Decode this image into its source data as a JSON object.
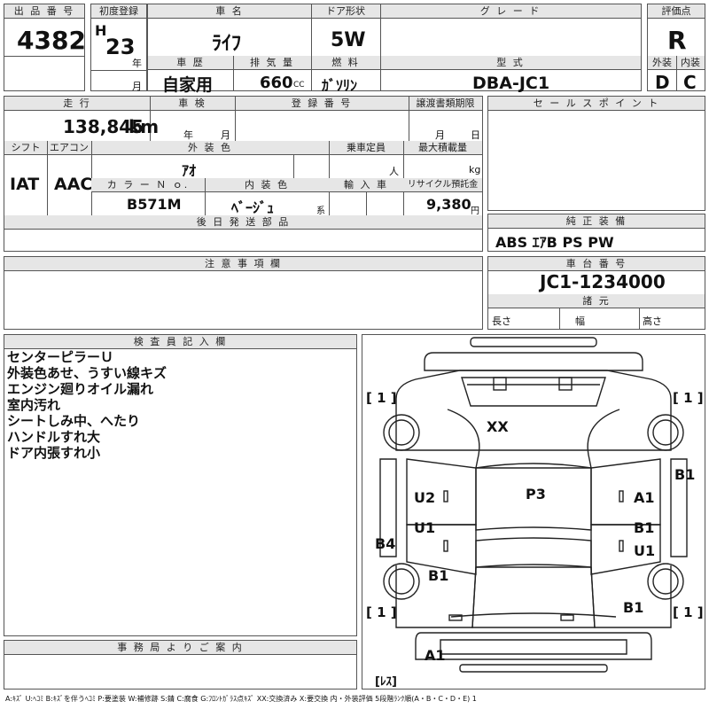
{
  "headers": {
    "lot": "出 品 番 号",
    "first_reg": "初度登録",
    "car_name": "車 名",
    "door": "ドア形状",
    "grade": "グ レ ー ド",
    "score": "評価点",
    "history": "車 歴",
    "displacement": "排 気 量",
    "fuel": "燃 料",
    "model": "型 式",
    "exterior": "外装",
    "interior": "内装",
    "mileage": "走 行",
    "inspection": "車 検",
    "registration": "登 録 番 号",
    "transfer_deadline": "譲渡書類期限",
    "sales_point": "セ ー ル ス ポ イ ン ト",
    "shift": "シフト",
    "aircon": "エアコン",
    "ext_color": "外 装 色",
    "capacity": "乗車定員",
    "max_load": "最大積載量",
    "color_no": "カ ラ ー Ｎ ｏ.",
    "int_color": "内 装 色",
    "import": "輸 入 車",
    "recycle": "リサイクル預託金",
    "later_parts": "後 日 発 送 部 品",
    "equipment": "純 正 装 備",
    "caution": "注 意 事 項 欄",
    "chassis": "車 台 番 号",
    "specs": "諸 元",
    "inspector_notes": "検 査 員 記 入 欄",
    "office_notice": "事 務 局 よ り ご 案 内"
  },
  "vehicle": {
    "lot_number": "4382",
    "era": "H",
    "year": "23",
    "year_unit": "年",
    "month_unit": "月",
    "name": "ﾗｲﾌ",
    "door_type": "5W",
    "grade": "",
    "score": "R",
    "history": "自家用",
    "displacement": "660",
    "displacement_unit": "CC",
    "fuel": "ｶﾞｿﾘﾝ",
    "model_code": "DBA-JC1",
    "exterior_grade": "D",
    "interior_grade": "C",
    "mileage": "138,845",
    "mileage_unit": "km",
    "inspection_year_unit": "年",
    "inspection_month_unit": "月",
    "deadline_month_unit": "月",
    "deadline_day_unit": "日",
    "shift": "IAT",
    "aircon": "AAC",
    "ext_color": "ｱｵ",
    "capacity_unit": "人",
    "load_unit": "kg",
    "color_no": "B571M",
    "int_color": "ﾍﾞｰｼﾞｭ",
    "int_color_unit": "系",
    "recycle_fee": "9,380",
    "recycle_unit": "円",
    "equipment": "ABS ｴｱB PS PW",
    "chassis_number": "JC1-1234000",
    "spec_length": "長さ",
    "spec_width": "幅",
    "spec_height": "高さ"
  },
  "inspector_notes": [
    "センターピラーＵ",
    "外装色あせ、うすい線キズ",
    "エンジン廻りオイル漏れ",
    "室内汚れ",
    "シートしみ中、へたり",
    "ハンドルすれ大",
    "ドア内張すれ小"
  ],
  "diagram_marks": {
    "glass_fl": "1",
    "glass_fr": "1",
    "glass_rl": "1",
    "glass_rr": "1",
    "bracket_l": "[",
    "bracket_r": "]",
    "hood": "XX",
    "roof": "P3",
    "left_front_door": "U2",
    "left_rear_door": "U1",
    "left_rocker": "B4",
    "left_rear_quarter": "B1",
    "right_fender": "B1",
    "right_front_door": "A1",
    "right_rear_door_1": "B1",
    "right_rear_door_2": "U1",
    "right_rear_quarter": "B1",
    "rear_bumper": "A1",
    "no_glass": "[ﾚｽ]"
  },
  "legend": "A:ｷｽﾞ U:ﾍｺﾐ B:ｷｽﾞを伴うﾍｺﾐ P:要塗装 W:補修跡 S:錆 C:腐食 G:ﾌﾛﾝﾄｶﾞﾗｽ点ｷｽﾞ XX:交換済み X:要交換 内・外装評価 5段階ﾗﾝｸ順(A・B・C・D・E) 1"
}
